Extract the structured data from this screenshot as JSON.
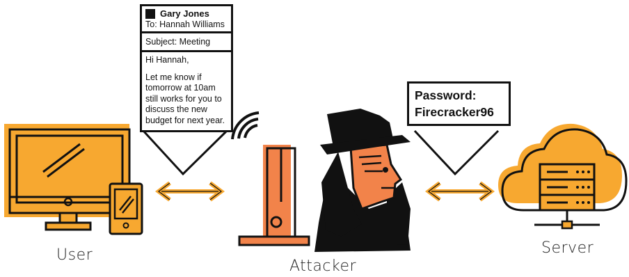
{
  "labels": {
    "user": "User",
    "attacker": "Attacker",
    "server": "Server"
  },
  "email": {
    "from": "Gary Jones",
    "to": "To: Hannah Williams",
    "subject": "Subject: Meeting",
    "greeting": "Hi Hannah,",
    "body": "Let me know if tomorrow at 10am still works for you to discuss the new budget for next year."
  },
  "password_note": {
    "line1": "Password:",
    "line2": "Firecracker96"
  },
  "colors": {
    "accent_orange": "#F7A830",
    "router_orange": "#F2834A",
    "face_orange": "#F2834A",
    "outline": "#111111"
  },
  "icons": [
    "monitor-icon",
    "phone-icon",
    "router-icon",
    "wifi-signal-icon",
    "attacker-icon",
    "cloud-server-icon",
    "double-arrow-icon"
  ]
}
